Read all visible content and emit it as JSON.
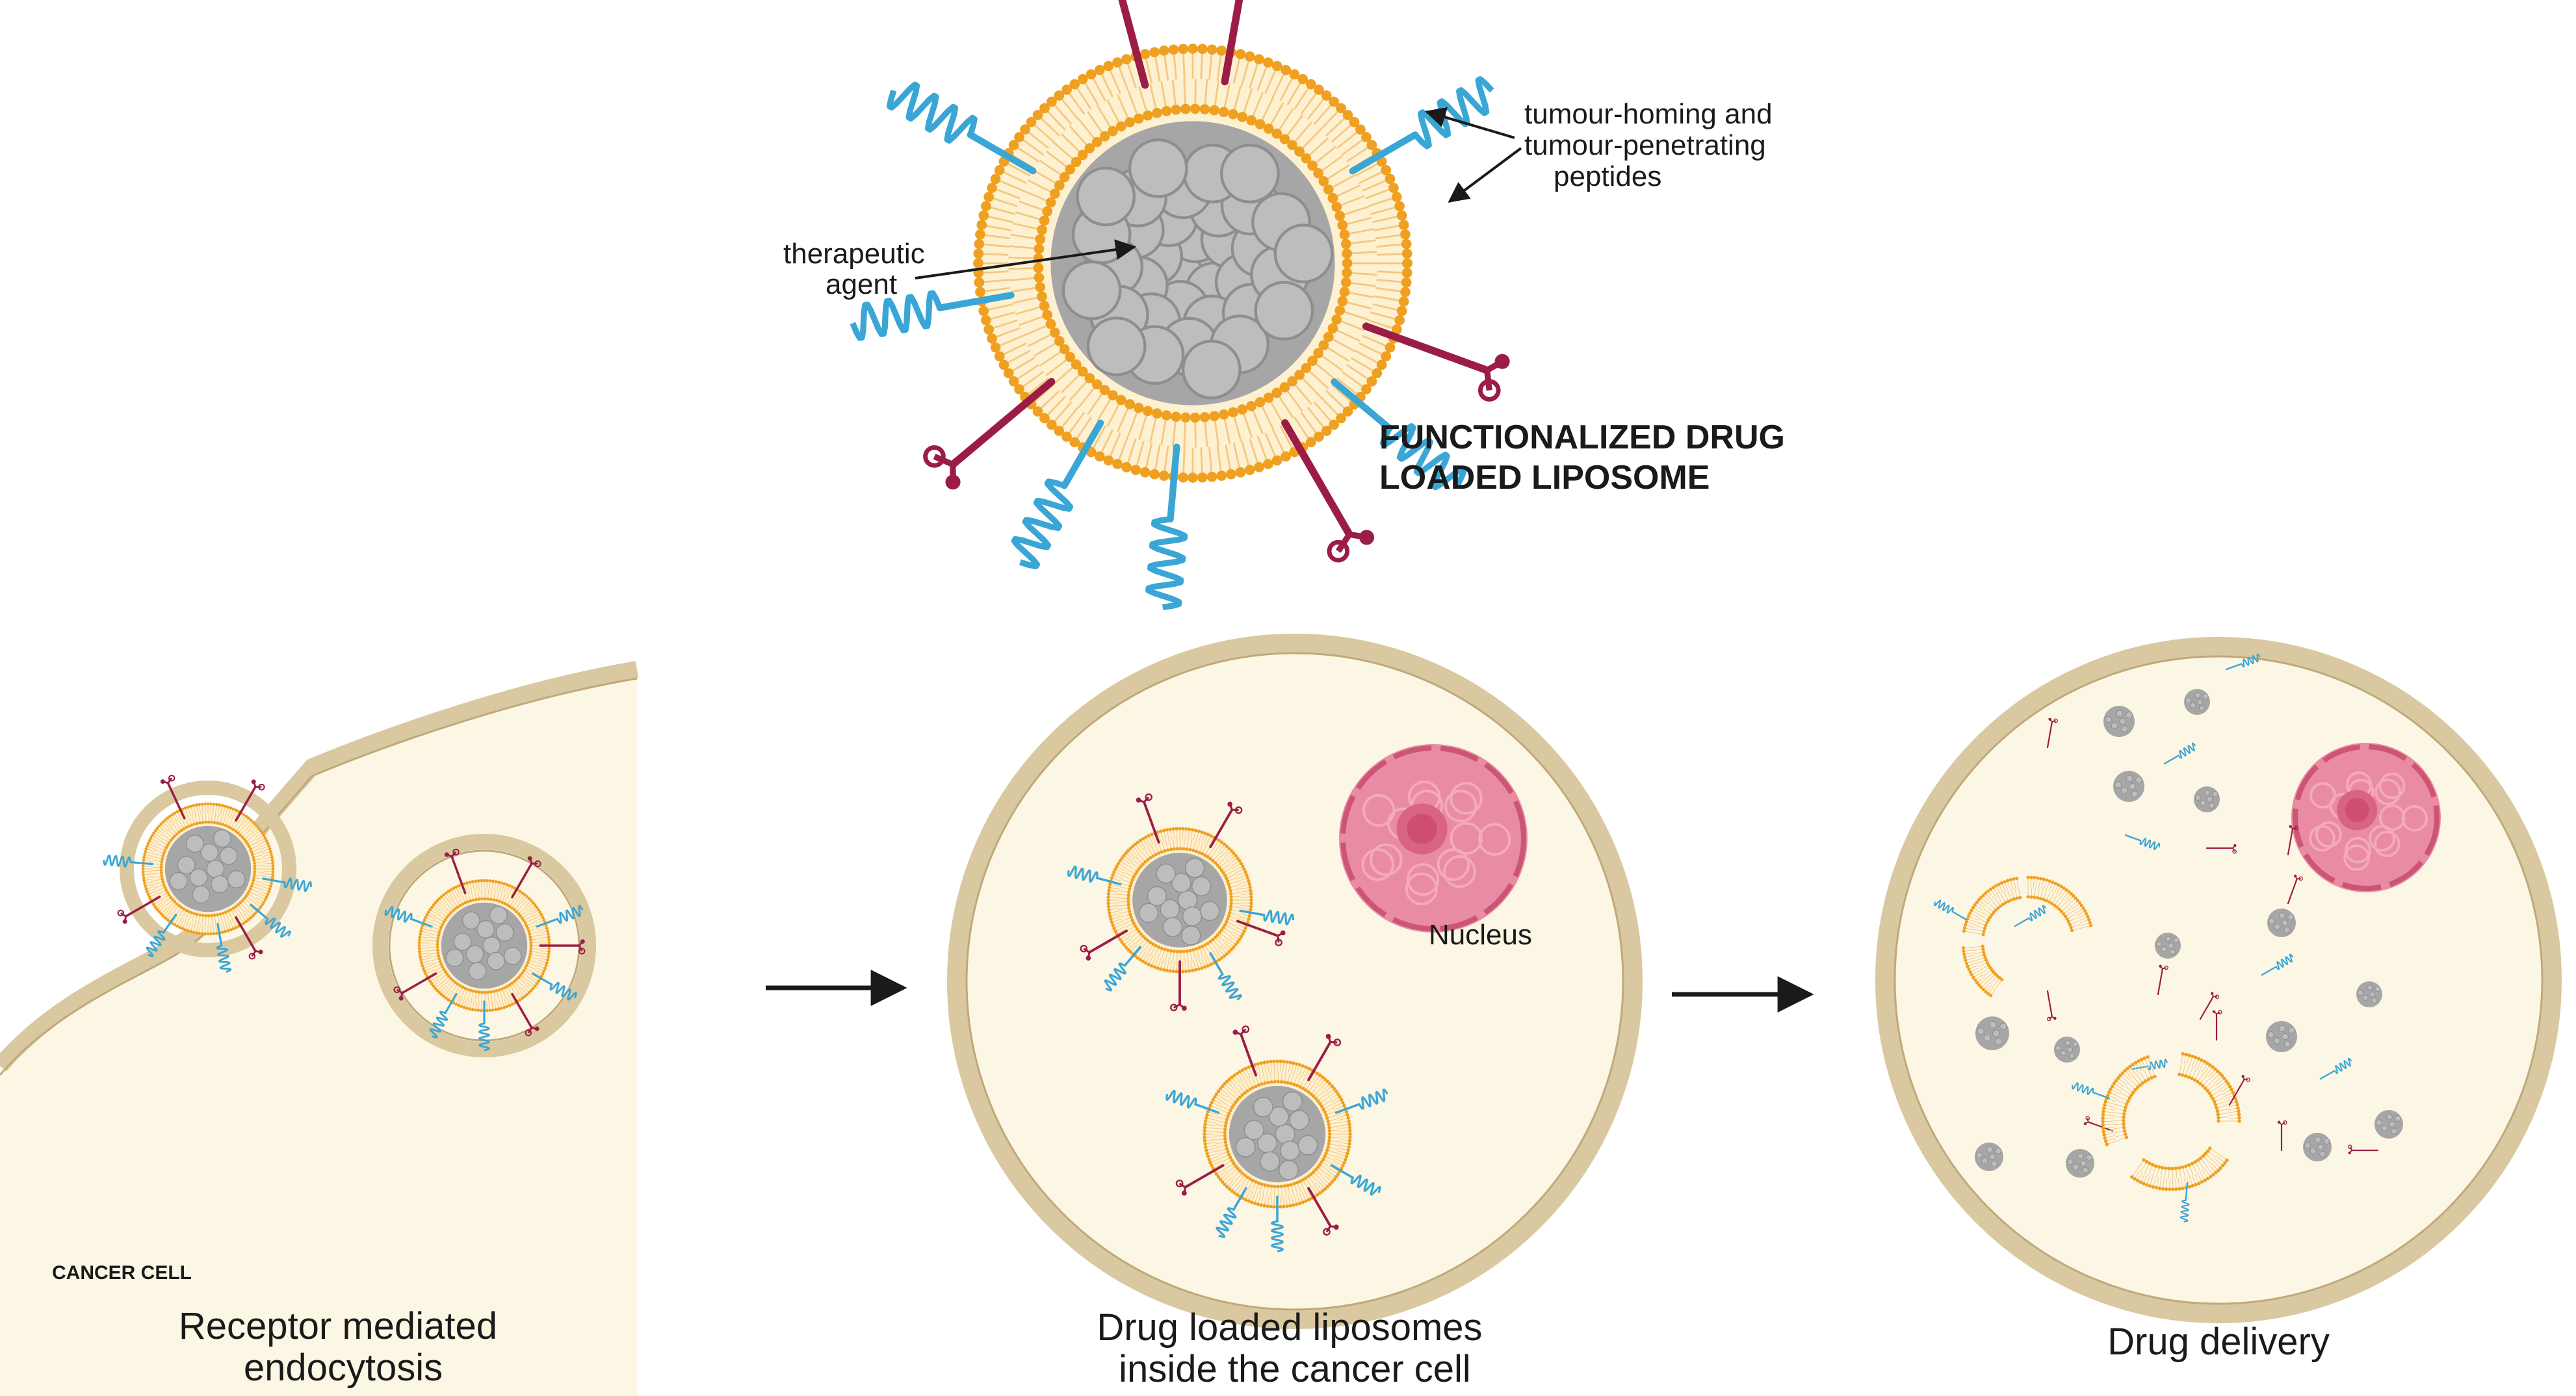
{
  "main": {
    "annotations": {
      "therapeutic_agent": [
        "therapeutic",
        "agent"
      ],
      "peptides": [
        "tumour-homing and",
        "tumour-penetrating",
        "peptides"
      ]
    },
    "title_lines": [
      "FUNCTIONALIZED DRUG",
      "LOADED LIPOSOME"
    ]
  },
  "panels": {
    "cell_label": "CANCER CELL",
    "nucleus_label": "Nucleus",
    "captions": {
      "endocytosis": [
        "Receptor mediated",
        "endocytosis"
      ],
      "inside": [
        "Drug loaded liposomes",
        "inside the cancer cell"
      ],
      "delivery": [
        "Drug delivery"
      ]
    }
  },
  "colors": {
    "lipid_head": "#f0a020",
    "lipid_tail": "#f4c880",
    "liposome_core_fill": "#fdf1d2",
    "drug_gray": "#a6a6a6",
    "peptide_blue": "#3aa6d6",
    "peptide_red": "#9b1d45",
    "cell_membrane": "#d9c8a0",
    "cell_interior": "#fcf6e4",
    "nucleus_pink": "#e98ba2",
    "arrow": "#1a1a1a"
  }
}
